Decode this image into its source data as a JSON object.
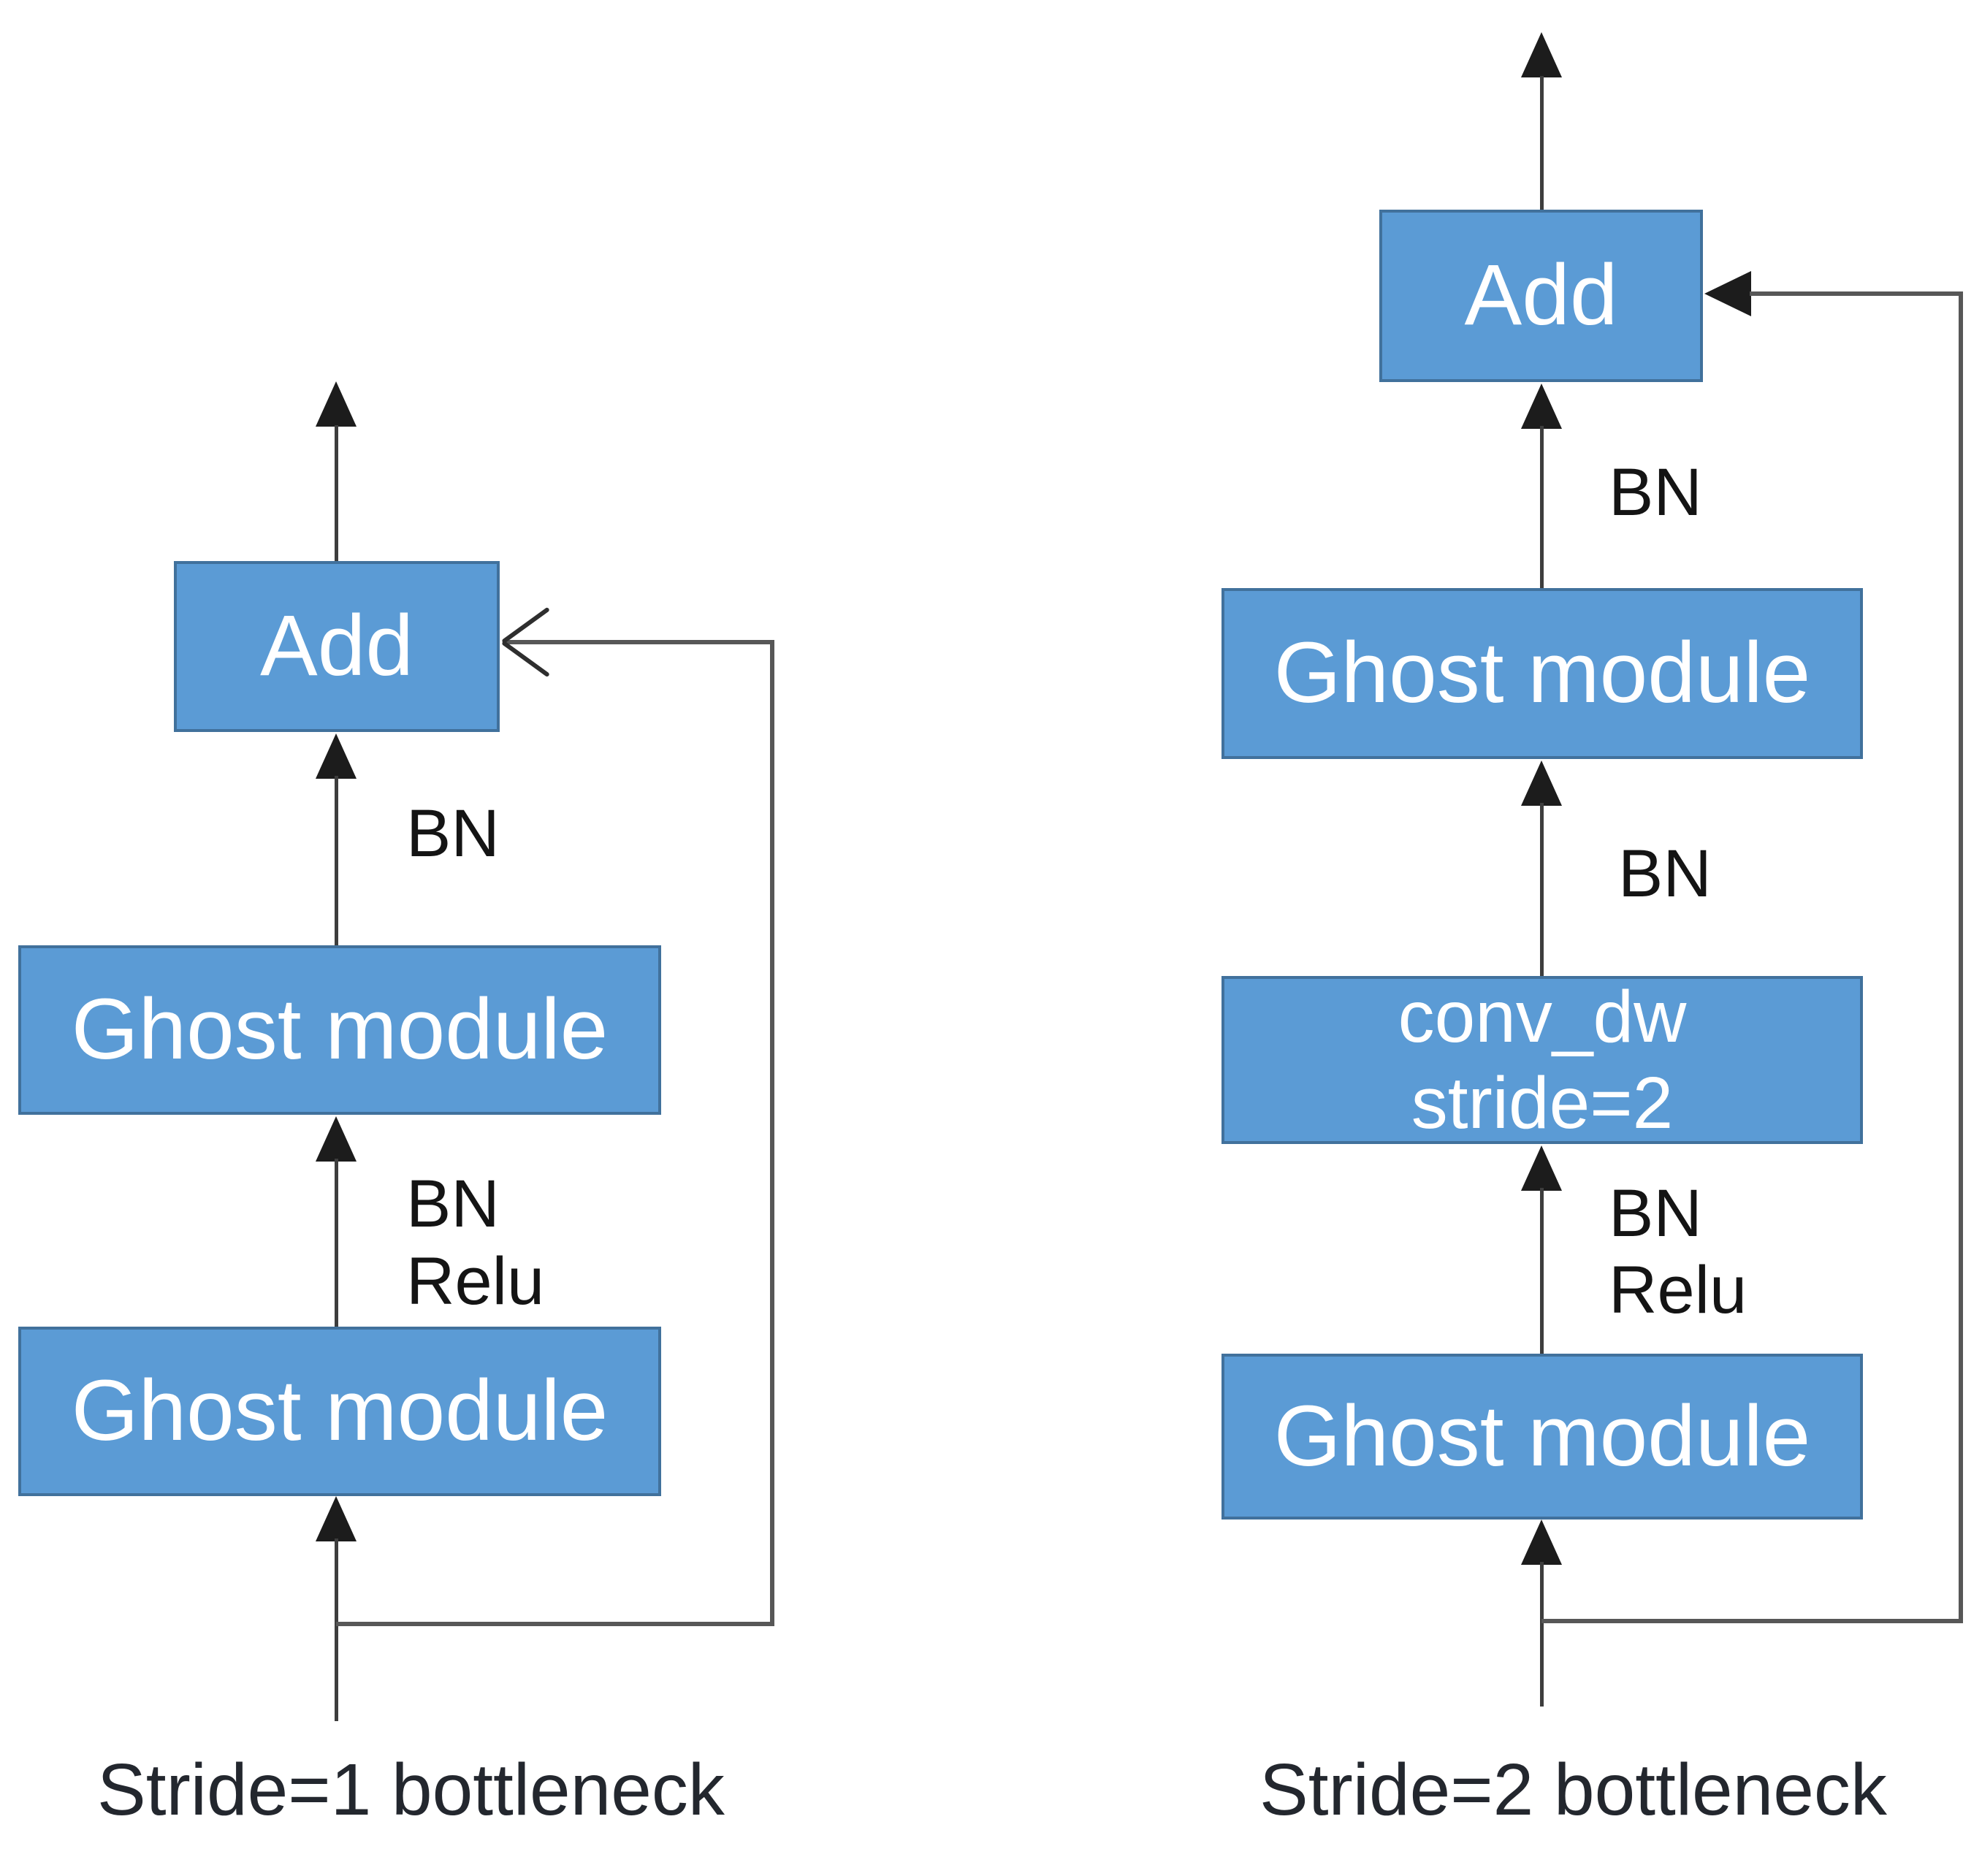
{
  "colors": {
    "box_fill": "#5b9bd5",
    "box_border": "#41719c",
    "flow_line": "#3d3d3d",
    "skip_line": "#575757",
    "arrowhead": "#1c1c1c",
    "box_text": "#ffffff",
    "annotation_text": "#141414",
    "caption_text": "#23272e",
    "background": "#ffffff"
  },
  "diagrams": [
    {
      "caption": "Stride=1 bottleneck",
      "nodes": [
        {
          "label": "Add"
        },
        {
          "label": "Ghost module"
        },
        {
          "label": "Ghost module"
        }
      ],
      "labels": {
        "bn_top": "BN",
        "bn_mid": "BN",
        "relu_mid": "Relu"
      }
    },
    {
      "caption": "Stride=2 bottleneck",
      "nodes": [
        {
          "label": "Add"
        },
        {
          "label": "Ghost module"
        },
        {
          "label": "conv_dw",
          "line2": "stride=2"
        },
        {
          "label": "Ghost module"
        }
      ],
      "labels": {
        "bn_top": "BN",
        "bn_mid": "BN",
        "bn_bottom": "BN",
        "relu_bottom": "Relu"
      }
    }
  ]
}
